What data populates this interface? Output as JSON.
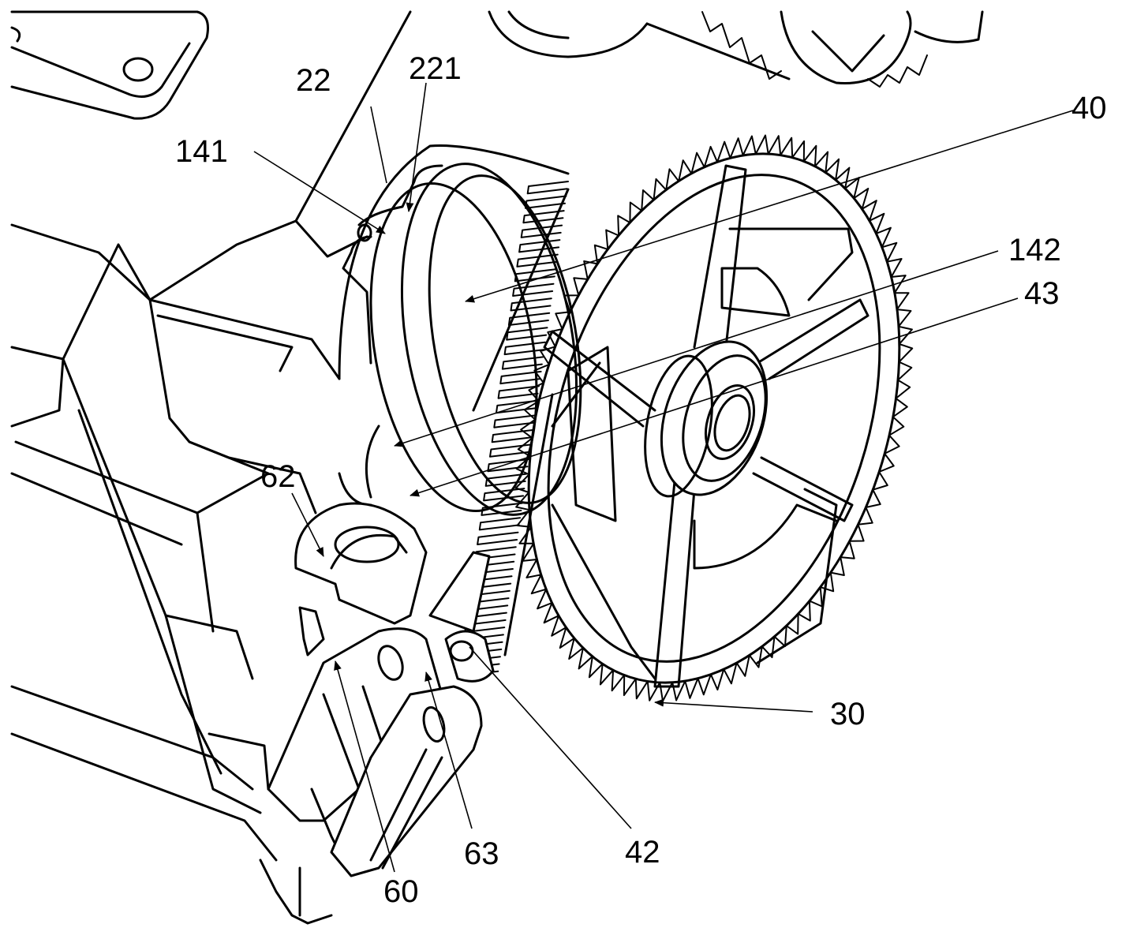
{
  "figure": {
    "description_kind": "patent-style mechanical line drawing of a gear drive assembly",
    "callouts": [
      {
        "id": "22",
        "label": "22"
      },
      {
        "id": "221",
        "label": "221"
      },
      {
        "id": "141",
        "label": "141"
      },
      {
        "id": "40",
        "label": "40"
      },
      {
        "id": "142",
        "label": "142"
      },
      {
        "id": "43",
        "label": "43"
      },
      {
        "id": "62",
        "label": "62"
      },
      {
        "id": "30",
        "label": "30"
      },
      {
        "id": "63",
        "label": "63"
      },
      {
        "id": "42",
        "label": "42"
      },
      {
        "id": "60",
        "label": "60"
      }
    ]
  }
}
